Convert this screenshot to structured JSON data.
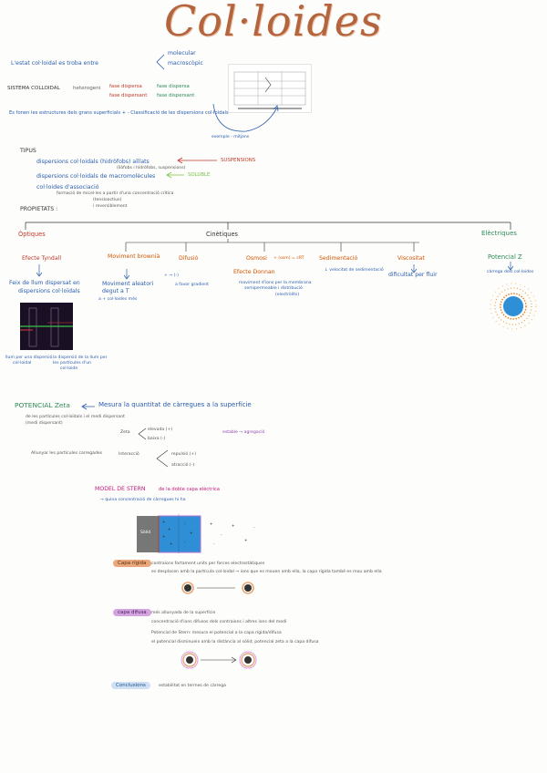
{
  "title": "Col·loides",
  "intro": {
    "line1": "L'estat col·loidal es troba entre",
    "brace_top": "molecular",
    "brace_bottom": "macroscòpic",
    "system_label": "SISTEMA COLLOIDAL",
    "system_formula": "heterogeni",
    "system_parts_1": "fase dispersa",
    "system_parts_2": "fase dispersant",
    "system_right_1": "fase dispersa",
    "system_right_2": "fase dispersant",
    "note": "Es fonen les estructures dels grans superficials + - Classificació de les dispersions col·loidals",
    "figure_caption": "exemple - mitjans"
  },
  "types": {
    "label": "TIPUS",
    "item1": "dispersions col·loidals (hidròfobs) aïllats",
    "item1_note": "(liòfobs i hidròfobs, suspensions)",
    "item1_tag": "SUSPENSIONS",
    "item2": "dispersions col·loidals de macromolècules",
    "item2_tag": "SOLUBLE",
    "item3": "col·loides d'associació",
    "item3_sub1": "formació de micel·les a partir d'una concentració crítica",
    "item3_sub2": "(tensioactius)",
    "item3_sub3": "i reversiblement"
  },
  "properties": {
    "label": "PROPIETATS :",
    "optic": "Òptiques",
    "kinetic": "Cinètiques",
    "electric": "Elèctriques",
    "tyndall": "Efecte Tyndall",
    "tyndall_desc1": "Feix de llum dispersat en",
    "tyndall_desc2": "dispersions col·loïdals",
    "brownian": "Moviment brownià",
    "brownian_desc1": "Moviment aleatori",
    "brownian_desc2": "degut a T",
    "brownian_desc3": "a + col·loides més",
    "diffusion": "Difusió",
    "diffusion_desc1": "+ → (-)",
    "diffusion_desc2": "a favor gradient",
    "osmotic": "Osmosi",
    "osmotic_note": "+ (osm) = cRT",
    "donnan": "Efecte Donnan",
    "donnan_desc1": "moviment d'ions per la membrana",
    "donnan_desc2": "semipermeable i distribució",
    "donnan_desc3": "(electròlits)",
    "sedimentation": "Sedimentació",
    "sedimentation_desc": "↓ velocitat de sedimentació",
    "viscosity": "Viscositat",
    "viscosity_desc": "dificultat per fluir",
    "zeta": "Potencial Z",
    "zeta_desc": "càrrega dels col·loides",
    "photo_caption_left1": "llum per una dispersió",
    "photo_caption_left2": "col·loidal",
    "photo_caption_right1": "la dispersió de la llum per",
    "photo_caption_right2": "les partícules d'un",
    "photo_caption_right3": "col·loide"
  },
  "zeta_section": {
    "title": "POTENCIAL Zeta",
    "subtitle": "Mesura la quantitat de càrregues a la superfície",
    "line1": "de les partícules col·loïdals i el medi dispersant",
    "line2": "(medi dispersant)",
    "case_top": "Zeta",
    "branch_a": "elevada (+)",
    "branch_b": "baixa (-)",
    "stable_note": "estable → agregació",
    "bottom_left": "Allunyar les partícules carregades",
    "bottom_mid": "Interacció",
    "branch_c": "repulsió (+)",
    "branch_d": "atracció (-)"
  },
  "stern": {
    "title": "MODEL DE STERN",
    "subtitle": "de la doble capa elèctrica",
    "note": "→ quina concentració de càrregues hi ha",
    "wall_label": "Sòlid",
    "fixed_label": "Capa rígida",
    "fixed_desc1": "contraions fortament units per forces electrostàtiques",
    "fixed_desc2": "es desplacen amb la partícula col·loidal → ions que es mouen amb ella, la capa rígida també es mou amb ella",
    "diffuse_label": "capa difusa",
    "diffuse_desc1": "més allunyada de la superfície",
    "diffuse_desc2": "concentració d'ions difusos dels contraions i altres ions del medi",
    "diffuse_desc3": "Potencial de Stern: mesura el potencial a la capa rígida/difusa",
    "diffuse_desc4": "el potencial disminueix amb la distància al sòlid; potencial zeta a la capa difusa",
    "conclusion_label": "Conclusions",
    "conclusion": "estabilitat en termes de càrrega"
  },
  "colors": {
    "title": "#b5653e",
    "accent_blue": "#2a5db0",
    "accent_red": "#c0392b",
    "accent_green": "#2e8b57",
    "stern_fill": "#2f8fd6"
  }
}
